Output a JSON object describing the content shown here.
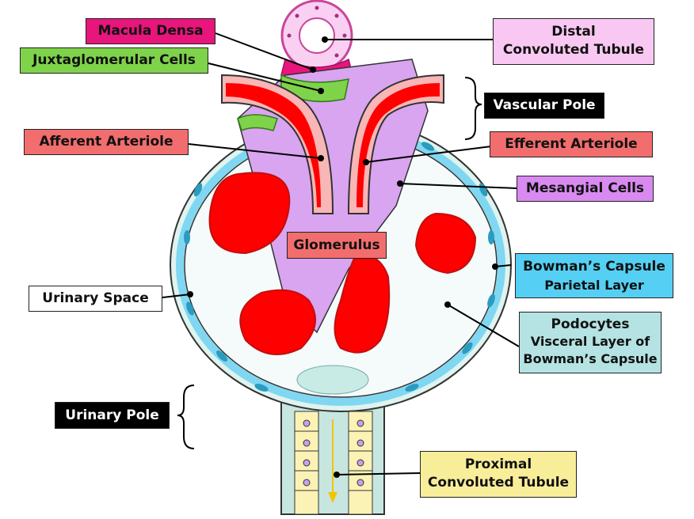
{
  "labels": {
    "macula_densa": "Macula Densa",
    "juxtaglomerular_cells": "Juxtaglomerular Cells",
    "afferent_arteriole": "Afferent Arteriole",
    "distal_line1": "Distal",
    "distal_line2": "Convoluted Tubule",
    "vascular_pole": "Vascular Pole",
    "efferent_arteriole": "Efferent Arteriole",
    "mesangial_cells": "Mesangial Cells",
    "glomerulus": "Glomerulus",
    "bowman_line1": "Bowman’s Capsule",
    "bowman_line2": "Parietal Layer",
    "urinary_space": "Urinary Space",
    "podocytes_line1": "Podocytes",
    "podocytes_line2": "Visceral Layer of",
    "podocytes_line3": "Bowman’s Capsule",
    "urinary_pole": "Urinary Pole",
    "proximal_line1": "Proximal",
    "proximal_line2": "Convoluted Tubule"
  },
  "colors": {
    "macula_densa": "#e8157c",
    "juxtaglomerular": "#7ed34a",
    "afferent": "#f26d6d",
    "distal": "#f8c8f2",
    "efferent": "#f26d6d",
    "mesangial": "#d98af0",
    "glomerulus": "#f26d6d",
    "bowman": "#55d0f4",
    "urinary_space": "#ffffff",
    "podocytes": "#b5e2e2",
    "proximal": "#f8ee9a",
    "blood": "#ff0000",
    "capsule_fill": "#dff3ef"
  }
}
